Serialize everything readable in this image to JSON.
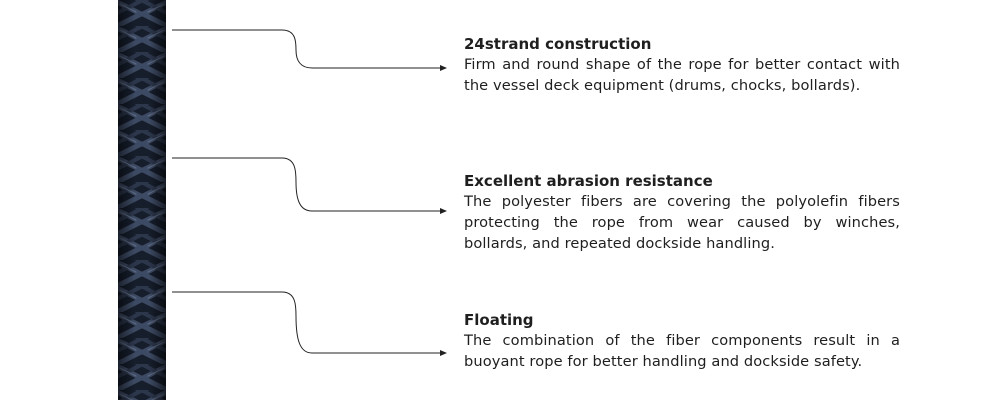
{
  "features": [
    {
      "title": "24strand construction",
      "description": "Firm and round shape of the rope for better contact with the vessel deck equipment (drums, chocks, bollards)."
    },
    {
      "title": "Excellent abrasion resistance",
      "description": "The polyester fibers are covering the polyolefin fibers protecting the rope from wear caused by winches, bollards, and repeated dockside handling."
    },
    {
      "title": "Floating",
      "description": "The combination of the fiber components result in a buoyant rope for better handling and dockside safety."
    }
  ],
  "colors": {
    "rope_dark": "#161e2c",
    "rope_strand": "#3d4a63",
    "rope_highlight": "#5d6b85",
    "connector_line": "#222222",
    "text": "#1f1f1f"
  },
  "icons": {
    "connector_arrow": "arrow-right-icon"
  }
}
